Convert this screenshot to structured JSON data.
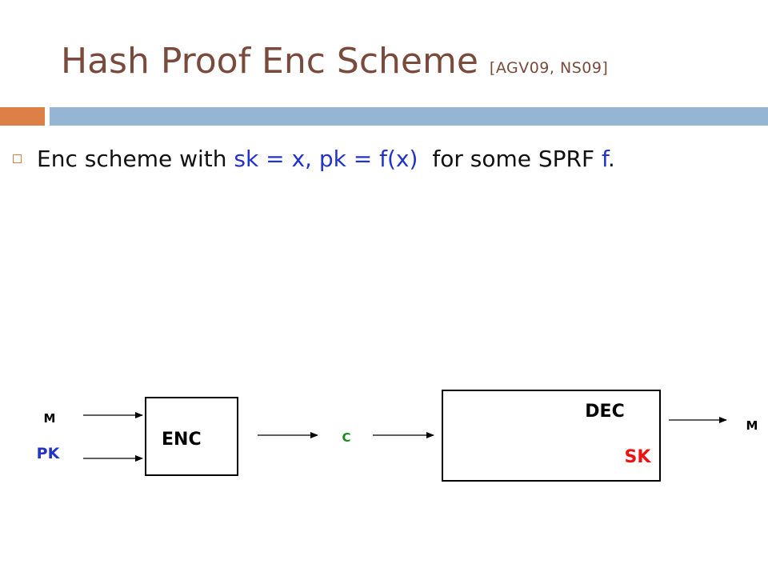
{
  "title": {
    "main": "Hash Proof Enc Scheme",
    "citation": "[AGV09, NS09]"
  },
  "bullet": {
    "prefix": "Enc scheme with",
    "key_expr": "sk = x, pk = f(x)",
    "middle": "for some SPRF",
    "func": "f",
    "end": "."
  },
  "diagram": {
    "input_m": "M",
    "input_pk": "PK",
    "enc_label": "ENC",
    "cipher_label": "C",
    "dec_label": "DEC",
    "sk_label": "SK",
    "output_m": "M"
  },
  "colors": {
    "title": "#7a4a3c",
    "accent_orange": "#dd8047",
    "accent_blue": "#94b6d2",
    "keyword_blue": "#2233cc",
    "cipher_green": "#1a8a1a",
    "sk_red": "#ee1111"
  }
}
